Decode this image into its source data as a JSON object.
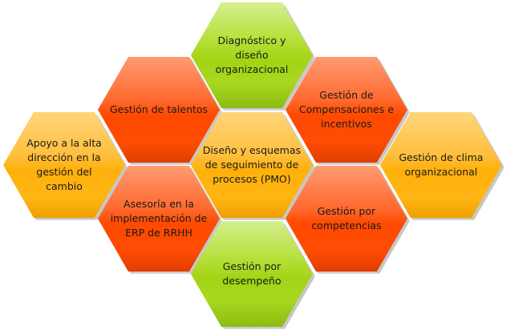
{
  "hexagons": [
    {
      "id": "diagnostico",
      "label": "Diagnóstico y diseño\norganizacional",
      "color": "green"
    },
    {
      "id": "talentos",
      "label": "Gestión de talentos",
      "color": "red"
    },
    {
      "id": "compensaciones",
      "label": "Gestión  de\nCompensaciones e\nincentivos",
      "color": "red"
    },
    {
      "id": "apoyo",
      "label": "Apoyo a la alta\ndirección en la\ngestión del\ncambio",
      "color": "yellow"
    },
    {
      "id": "pmo",
      "label": "Diseño y esquemas\nde seguimiento de\nprocesos (PMO)",
      "color": "yellow"
    },
    {
      "id": "clima",
      "label": "Gestión de clima\norganizacional",
      "color": "yellow"
    },
    {
      "id": "erp",
      "label": "Asesoría en la\nimplementación de\nERP de RRHH",
      "color": "red"
    },
    {
      "id": "competencias",
      "label": "Gestión por\ncompetencias",
      "color": "red"
    },
    {
      "id": "desempeno",
      "label": "Gestión por\ndesempeño",
      "color": "green"
    }
  ],
  "colors": {
    "green": "#a2d414",
    "red": "#ff4a00",
    "yellow": "#ffb00a"
  }
}
